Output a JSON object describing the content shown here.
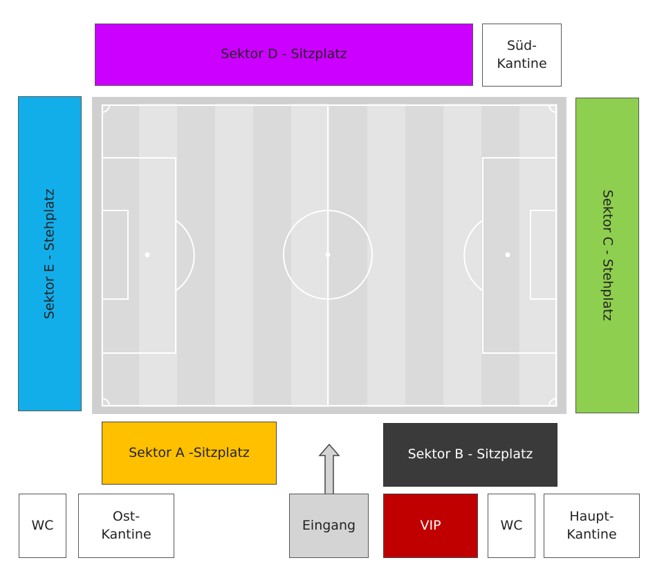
{
  "sectors": {
    "d": {
      "label": "Sektor D - Sitzplatz",
      "color": "#cc00ff"
    },
    "e": {
      "label": "Sektor E - Stehplatz",
      "color": "#12aeea"
    },
    "c": {
      "label": "Sektor C - Stehplatz",
      "color": "#8fcf4f"
    },
    "a": {
      "label": "Sektor A -Sitzplatz",
      "color": "#ffc000"
    },
    "b": {
      "label": "Sektor B - Sitzplatz",
      "color": "#3a3a3a"
    }
  },
  "facilities": {
    "sued_kantine": "Süd-\nKantine",
    "wc_left": "WC",
    "ost_kantine": "Ost-\nKantine",
    "eingang": "Eingang",
    "vip": "VIP",
    "wc_right": "WC",
    "haupt_kantine": "Haupt-\nKantine"
  },
  "colors": {
    "vip": "#c00000",
    "eingang": "#d4d4d4",
    "pitch_stripe_light": "#e4e4e4",
    "pitch_stripe_dark": "#d9d9d9",
    "pitch_border": "#cfcfcf",
    "pitch_lines": "#ffffff"
  },
  "icons": {
    "pitch": "football-pitch-icon",
    "entrance_arrow": "arrow-up-icon"
  }
}
